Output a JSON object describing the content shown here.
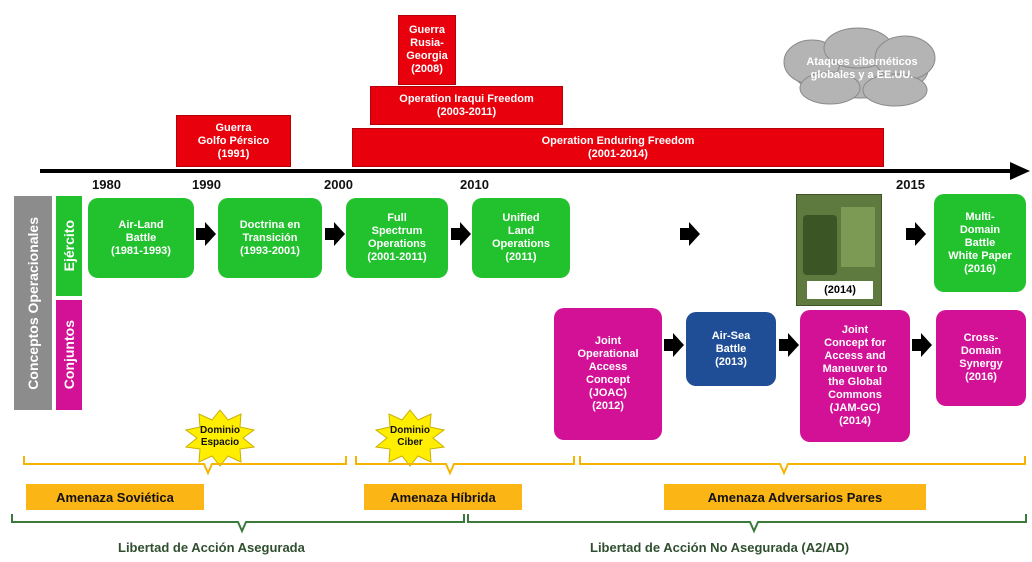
{
  "top_events": [
    {
      "text": "Guerra\nRusia-\nGeorgia\n(2008)"
    },
    {
      "text": "Operation Iraqui Freedom\n(2003-2011)"
    },
    {
      "text": "Guerra\nGolfo Pérsico\n(1991)"
    },
    {
      "text": "Operation Enduring Freedom\n(2001-2014)"
    }
  ],
  "cloud": {
    "text": "Ataques cibernéticos\nglobales y a EE.UU."
  },
  "years": [
    "1980",
    "1990",
    "2000",
    "2010",
    "2015"
  ],
  "row_labels": {
    "outer": "Conceptos Operacionales",
    "army": "Ejército",
    "joint": "Conjuntos"
  },
  "army_concepts": [
    "Air-Land\nBattle\n(1981-1993)",
    "Doctrina en\nTransición\n(1993-2001)",
    "Full\nSpectrum\nOperations\n(2001-2011)",
    "Unified\nLand\nOperations\n(2011)",
    "Multi-\nDomain\nBattle\nWhite Paper\n(2016)"
  ],
  "book": {
    "caption": "(2014)"
  },
  "joint_concepts": [
    "Joint\nOperational\nAccess\nConcept\n(JOAC)\n(2012)",
    "Air-Sea\nBattle\n(2013)",
    "Joint\nConcept for\nAccess and\nManeuver to\nthe Global\nCommons\n(JAM-GC)\n(2014)",
    "Cross-\nDomain\nSynergy\n(2016)"
  ],
  "domains": [
    "Dominio\nEspacio",
    "Dominio\nCiber"
  ],
  "threats": [
    "Amenaza Soviética",
    "Amenaza Híbrida",
    "Amenaza Adversarios Pares"
  ],
  "freedom": [
    "Libertad de Acción Asegurada",
    "Libertad de Acción No Asegurada (A2/AD)"
  ],
  "colors": {
    "red": "#e8000c",
    "green": "#22c22e",
    "magenta": "#d21196",
    "navy": "#1f4e96",
    "orange": "#fbb515",
    "gray": "#8c8c8c"
  }
}
